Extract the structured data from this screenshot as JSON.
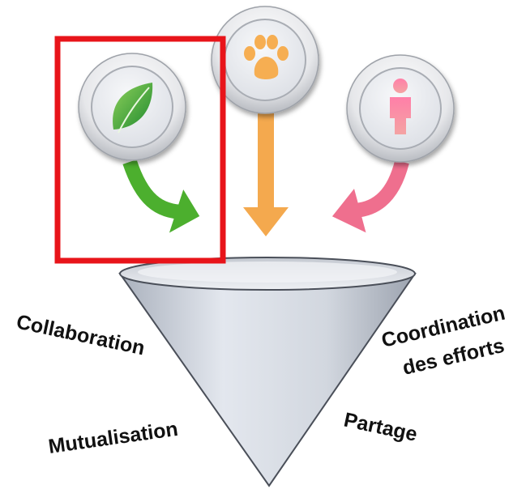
{
  "labels": {
    "collaboration": "Collaboration",
    "mutualisation": "Mutualisation",
    "coordination_line1": "Coordination",
    "coordination_line2": "des efforts",
    "partage": "Partage"
  },
  "icons": [
    {
      "name": "leaf-icon",
      "arrow_color": "#4caf2e"
    },
    {
      "name": "paw-icon",
      "arrow_color": "#f4a94e"
    },
    {
      "name": "person-icon",
      "arrow_color": "#ef6f8e"
    }
  ],
  "colors": {
    "highlight_box": "#e8141a",
    "funnel_fill": "#d8dde6",
    "funnel_stroke": "#4a4f59"
  }
}
